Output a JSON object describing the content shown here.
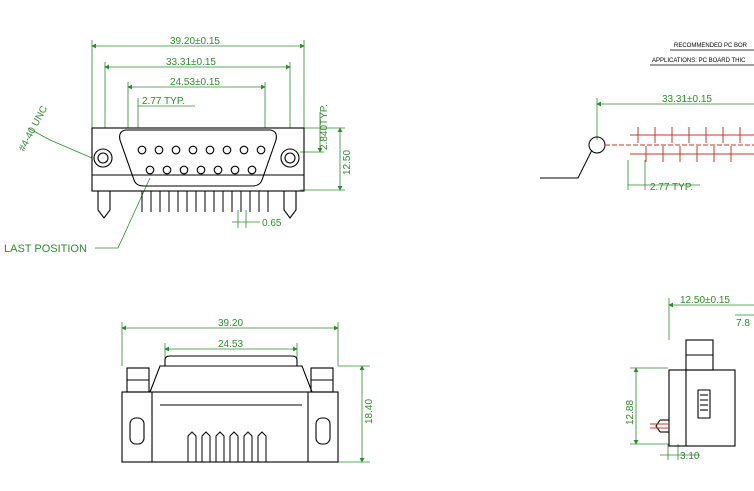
{
  "front_view": {
    "dim_overall": "39.20±0.15",
    "dim_mount": "33.31±0.15",
    "dim_shell": "24.53±0.15",
    "dim_pitch": "2.77 TYP.",
    "dim_row": "2.840TYP.",
    "dim_height": "12.50",
    "dim_pin": "0.65",
    "thread_label": "#4-40 UNC",
    "last_position_label": "LAST POSITION"
  },
  "pcb_view": {
    "note_line1": "RECOMMENDED PC BOR",
    "note_line2": "APPLICATIONS: PC BOARD THIC",
    "dim_mount": "33.31±0.15",
    "dim_pitch": "2.77 TYP."
  },
  "bottom_view": {
    "dim_overall": "39.20",
    "dim_shell": "24.53",
    "dim_height": "18.40"
  },
  "side_view": {
    "dim_depth": "12.50±0.15",
    "dim_partial": "7.8",
    "dim_height": "12.88",
    "dim_base": "3.10"
  },
  "colors": {
    "line": "#000000",
    "dimension": "#2e8b2e",
    "pcb": "#c0392b"
  }
}
